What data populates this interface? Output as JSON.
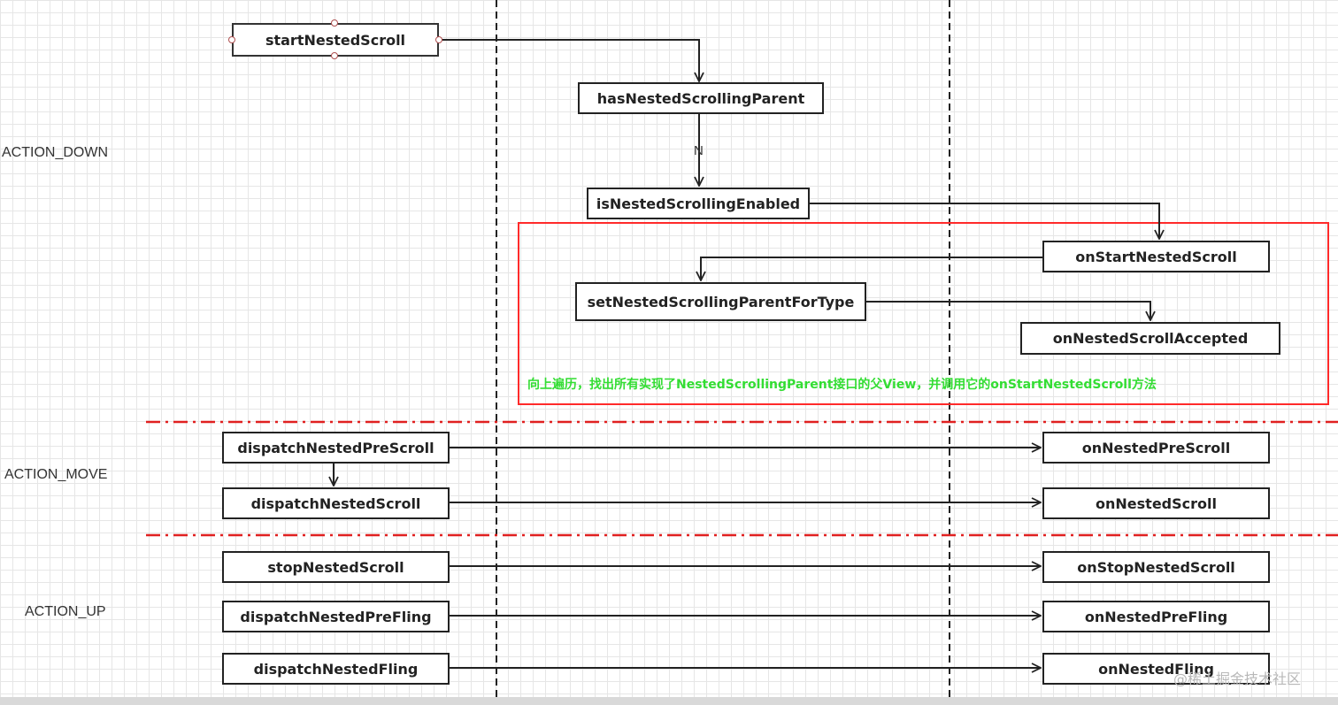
{
  "phases": {
    "down": "ACTION_DOWN",
    "move": "ACTION_MOVE",
    "up": "ACTION_UP"
  },
  "nodes": {
    "start_nested_scroll": "startNestedScroll",
    "has_nested_scrolling_parent": "hasNestedScrollingParent",
    "is_nested_scrolling_enabled": "isNestedScrollingEnabled",
    "on_start_nested_scroll": "onStartNestedScroll",
    "set_nested_scrolling_parent_for_type": "setNestedScrollingParentForType",
    "on_nested_scroll_accepted": "onNestedScrollAccepted",
    "dispatch_nested_pre_scroll": "dispatchNestedPreScroll",
    "on_nested_pre_scroll": "onNestedPreScroll",
    "dispatch_nested_scroll": "dispatchNestedScroll",
    "on_nested_scroll": "onNestedScroll",
    "stop_nested_scroll": "stopNestedScroll",
    "on_stop_nested_scroll": "onStopNestedScroll",
    "dispatch_nested_pre_fling": "dispatchNestedPreFling",
    "on_nested_pre_fling": "onNestedPreFling",
    "dispatch_nested_fling": "dispatchNestedFling",
    "on_nested_fling": "onNestedFling"
  },
  "edge_labels": {
    "no": "N"
  },
  "note": "向上遍历，找出所有实现了NestedScrollingParent接口的父View，并调用它的onStartNestedScroll方法",
  "watermark": "@稀土掘金技术社区",
  "colors": {
    "highlight_box": "#ff2a2a",
    "phase_divider": "#e02020",
    "note_text": "#33dd33",
    "node_border": "#222222"
  }
}
